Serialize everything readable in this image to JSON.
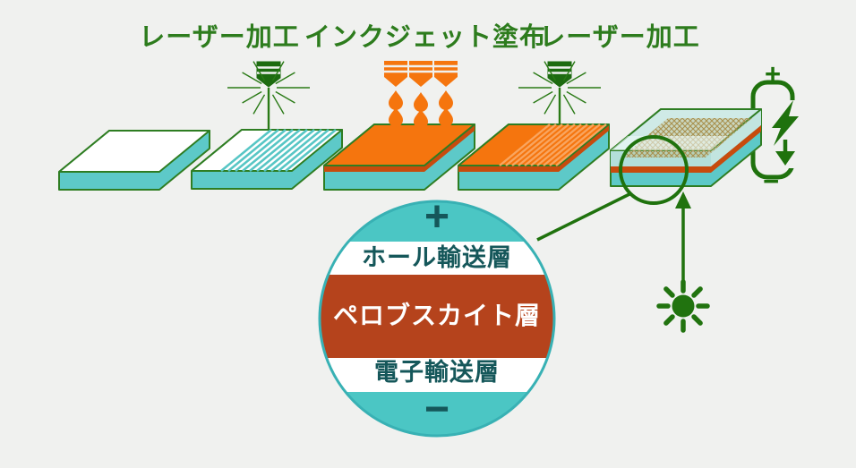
{
  "background_color": "#f0f1ef",
  "process_labels": [
    {
      "text": "レーザー加工"
    },
    {
      "text": "インクジェット塗布"
    },
    {
      "text": "レーザー加工"
    }
  ],
  "panels": [
    {
      "name": "substrate-panel",
      "top_color": "#ffffff",
      "base_color": "#5dc9c8"
    },
    {
      "name": "laser-patterned-substrate-panel",
      "top_color": "#ffffff",
      "stripe_color": "#57c6c5"
    },
    {
      "name": "inkjet-coated-panel",
      "top_color": "#f5750e",
      "edge_color": "#c74b0d"
    },
    {
      "name": "laser-patterned-coating-panel",
      "top_color": "#f5750e",
      "stripe_color": "#f9a55f"
    },
    {
      "name": "finished-solar-cell-panel",
      "glass_color": "#cfeae6",
      "grid_color": "#a8904e"
    }
  ],
  "detail": {
    "plus": "+",
    "minus": "−",
    "layers": [
      {
        "label": "ホール輸送層",
        "band_color": "#ffffff"
      },
      {
        "label": "ペロブスカイト層",
        "band_color": "#b5431c"
      },
      {
        "label": "電子輸送層",
        "band_color": "#ffffff"
      }
    ],
    "circle_color": "#4bc6c4"
  },
  "circuit": {
    "plus": "+",
    "minus": "−"
  },
  "icons": [
    "laser-head-icon",
    "laser-rays-icon",
    "laser-beam",
    "inkjet-nozzle-icon",
    "ink-drop-icon",
    "sun-icon",
    "up-arrow-icon",
    "circuit-loop-icon",
    "lightning-bolt-icon",
    "magnifier-circle-icon",
    "connector-line"
  ],
  "colors": {
    "stroke_green": "#2e7d22",
    "icon_green": "#21730f",
    "label_green": "#2d7c1d",
    "teal": "#5dc9c8",
    "orange": "#f5750e",
    "red_edge": "#c74b0d",
    "perovskite": "#b5431c",
    "dark_teal_text": "#15575a"
  }
}
